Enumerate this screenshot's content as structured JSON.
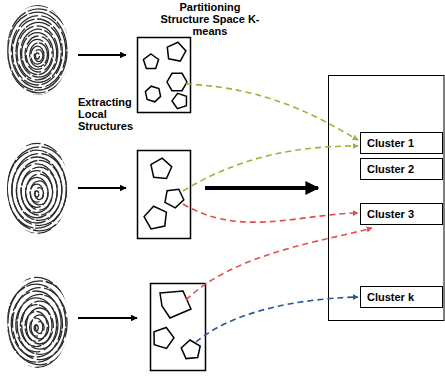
{
  "diagram": {
    "nodes": [
      {
        "text": [
          "Cluster 1"
        ]
      },
      {
        "text": [
          "Cluster 2"
        ]
      },
      {
        "text": [
          "Cluster 3"
        ]
      },
      {
        "text": [
          "Cluster k"
        ]
      }
    ],
    "labels": [
      "Partitioning Structure Space K-means",
      "Extracting Local Structures"
    ]
  }
}
